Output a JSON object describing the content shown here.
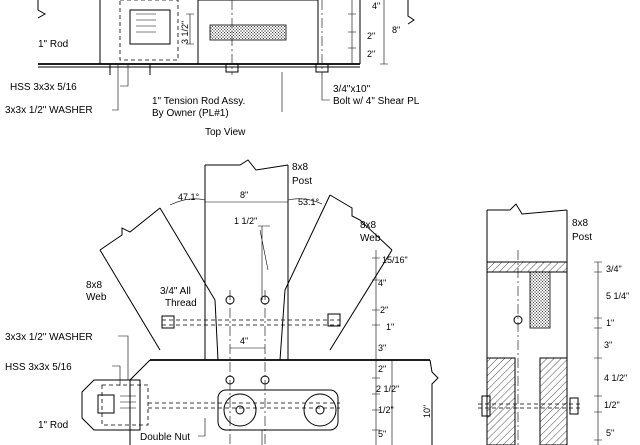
{
  "top_view": {
    "title": "Top View",
    "callouts": {
      "rod": "1\" Rod",
      "hss": "HSS 3x3x 5/16",
      "washer": "3x3x 1/2\" WASHER",
      "tension_rod_1": "1\" Tension Rod Assy.",
      "tension_rod_2": "By Owner (PL#1)",
      "bolt_1": "3/4\"x10\"",
      "bolt_2": "Bolt w/ 4\" Shear PL"
    },
    "dims": {
      "d_3_5": "3 1/2\"",
      "d_4": "4\"",
      "d_2a": "2\"",
      "d_2b": "2\"",
      "d_8": "8\""
    }
  },
  "elevation": {
    "post_label_1": "8x8",
    "post_label_2": "Post",
    "web_right_1": "8x8",
    "web_right_2": "Web",
    "web_left_1": "8x8",
    "web_left_2": "Web",
    "all_thread_1": "3/4\" All",
    "all_thread_2": "Thread",
    "washer": "3x3x 1/2\" WASHER",
    "hss": "HSS 3x3x 5/16",
    "rod": "1\" Rod",
    "double_nut": "Double Nut",
    "angles": {
      "left": "47.1°",
      "right": "53.1°"
    },
    "dims": {
      "w8": "8\"",
      "d_1_5": "1 1/2\"",
      "d_15_16": "15/16\"",
      "d_4a": "4\"",
      "d_2a": "2\"",
      "d_1": "1\"",
      "d_3": "3\"",
      "d_4b": "4\"",
      "d_2b": "2\"",
      "d_2_5": "2 1/2\"",
      "d_1_2": "1/2\"",
      "d_5": "5\"",
      "d_10": "10\""
    }
  },
  "side_view": {
    "post_label_1": "8x8",
    "post_label_2": "Post",
    "dims": {
      "d_3_4": "3/4\"",
      "d_5_25": "5 1/4\"",
      "d_1": "1\"",
      "d_3": "3\"",
      "d_4_5": "4 1/2\"",
      "d_1_2": "1/2\"",
      "d_5": "5\""
    }
  }
}
